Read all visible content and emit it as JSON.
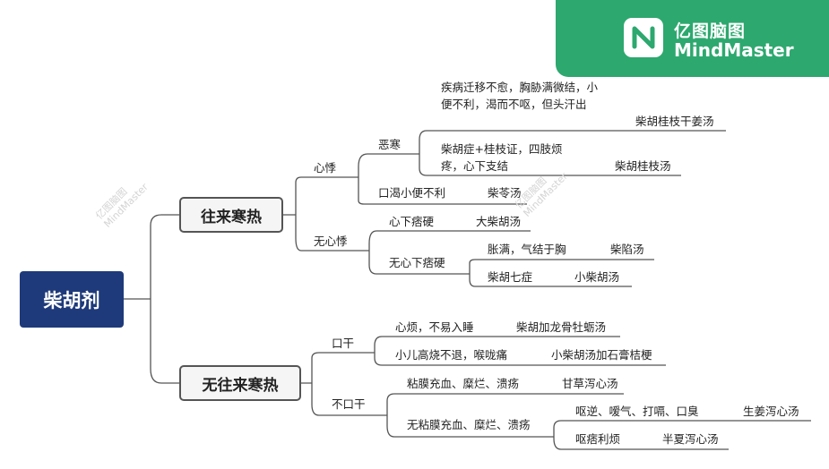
{
  "brand": {
    "name_cn": "亿图脑图",
    "name_en": "MindMaster"
  },
  "watermark": {
    "cn": "亿图脑图",
    "en": "MindMaster"
  },
  "root": "柴胡剂",
  "branches": {
    "a": {
      "label": "往来寒热",
      "xinji": {
        "label": "心悸",
        "wuhan": {
          "label": "恶寒",
          "c1": {
            "text": "疾病迁移不愈，胸胁满微结，小便不利，渴而不呕，但头汗出",
            "formula": "柴胡桂枝干姜汤"
          },
          "c2": {
            "text": "柴胡症+桂枝证，四肢烦疼，心下支结",
            "formula": "柴胡桂枝汤"
          }
        },
        "kouke": {
          "text": "口渴小便不利",
          "formula": "柴苓汤"
        }
      },
      "wuxinji": {
        "label": "无心悸",
        "xinxia": {
          "text": "心下痞硬",
          "formula": "大柴胡汤"
        },
        "wuxinxia": {
          "label": "无心下痞硬",
          "c1": {
            "text": "胀满，气结于胸",
            "formula": "柴陷汤"
          },
          "c2": {
            "text": "柴胡七症",
            "formula": "小柴胡汤"
          }
        }
      }
    },
    "b": {
      "label": "无往来寒热",
      "kougan": {
        "label": "口干",
        "c1": {
          "text": "心烦，不易入睡",
          "formula": "柴胡加龙骨牡蛎汤"
        },
        "c2": {
          "text": "小儿高烧不退，喉咙痛",
          "formula": "小柴胡汤加石膏桔梗"
        }
      },
      "bukougan": {
        "label": "不口干",
        "c1": {
          "text": "粘膜充血、糜烂、溃疡",
          "formula": "甘草泻心汤"
        },
        "c2": {
          "label": "无粘膜充血、糜烂、溃疡",
          "d1": {
            "text": "呕逆、嗳气、打嗝、口臭",
            "formula": "生姜泻心汤"
          },
          "d2": {
            "text": "呕痞利烦",
            "formula": "半夏泻心汤"
          }
        }
      }
    }
  }
}
